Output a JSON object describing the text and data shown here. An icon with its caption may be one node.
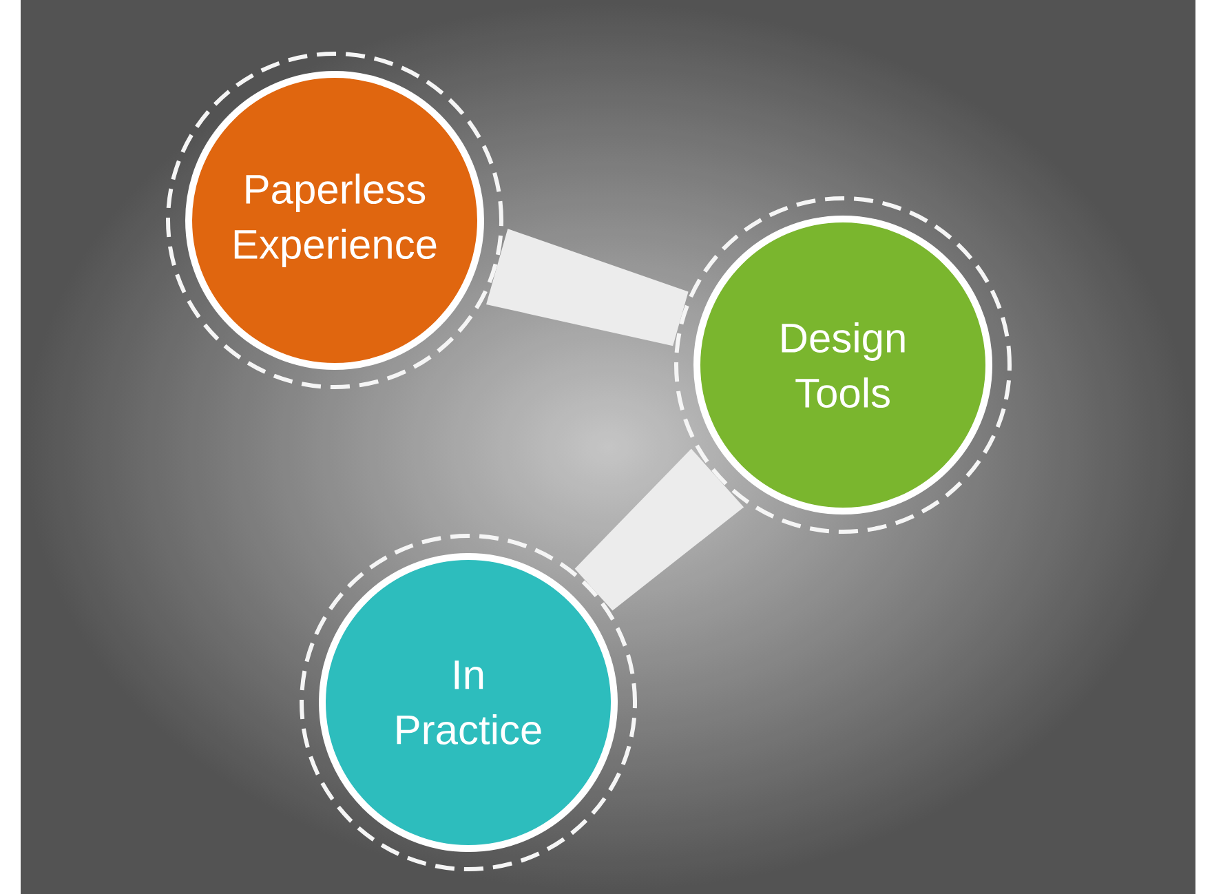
{
  "diagram": {
    "nodes": [
      {
        "text": [
          "Paperless Experience"
        ]
      },
      {
        "text": [
          "Design Tools"
        ]
      },
      {
        "text": [
          "In Practice"
        ]
      }
    ],
    "edges": [
      {
        "from": 0,
        "to": 1,
        "arrow": "none"
      },
      {
        "from": 1,
        "to": 2,
        "arrow": "none"
      }
    ]
  }
}
